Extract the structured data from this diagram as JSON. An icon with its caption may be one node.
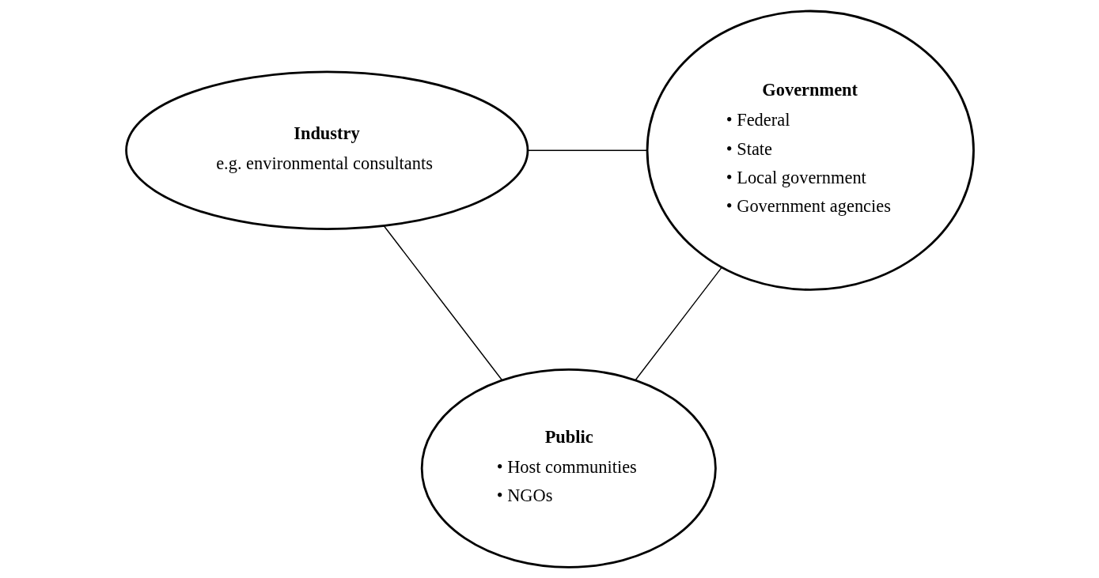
{
  "diagram": {
    "nodes": [
      {
        "text": [
          "Industry",
          "e.g. environmental consultants"
        ]
      },
      {
        "text": [
          "Government",
          "• Federal",
          "• State",
          "• Local government",
          "• Government agencies"
        ]
      },
      {
        "text": [
          "Public",
          "• Host communities",
          "• NGOs"
        ]
      }
    ],
    "edges": [
      {
        "from": 0,
        "to": 1,
        "arrow": "none"
      },
      {
        "from": 0,
        "to": 2,
        "arrow": "none"
      },
      {
        "from": 1,
        "to": 2,
        "arrow": "none"
      }
    ]
  }
}
